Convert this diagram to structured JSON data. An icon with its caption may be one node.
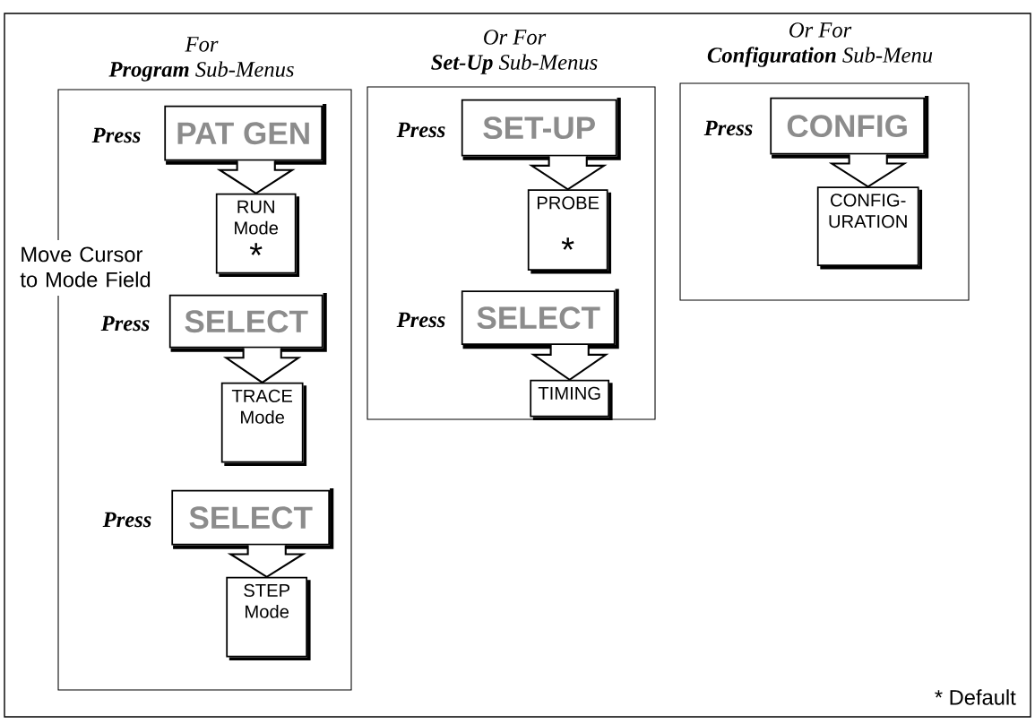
{
  "diagram": {
    "nodes": [
      {
        "text": [
          "For",
          "**Program** Sub-Menus"
        ]
      },
      {
        "text": [
          "PAT GEN"
        ],
        "in": 0,
        "beside": [
          "Press"
        ]
      },
      {
        "text": [
          "RUN Mode",
          "*"
        ],
        "in": 0
      },
      {
        "text": [
          "SELECT"
        ],
        "in": 0,
        "beside": [
          "Press"
        ]
      },
      {
        "text": [
          "TRACE Mode"
        ],
        "in": 0
      },
      {
        "text": [
          "SELECT"
        ],
        "in": 0,
        "beside": [
          "Press"
        ]
      },
      {
        "text": [
          "STEP Mode"
        ],
        "in": 0
      },
      {
        "text": [
          "Or For",
          "**Set-Up** Sub-Menus"
        ]
      },
      {
        "text": [
          "SET-UP"
        ],
        "in": 7,
        "beside": [
          "Press"
        ]
      },
      {
        "text": [
          "PROBE",
          "*"
        ],
        "in": 7
      },
      {
        "text": [
          "SELECT"
        ],
        "in": 7,
        "beside": [
          "Press"
        ]
      },
      {
        "text": [
          "TIMING"
        ],
        "in": 7
      },
      {
        "text": [
          "Or For",
          "**Configuration** Sub-Menu"
        ]
      },
      {
        "text": [
          "CONFIG"
        ],
        "in": 12,
        "beside": [
          "Press"
        ]
      },
      {
        "text": [
          "CONFIG- URATION"
        ],
        "in": 12
      }
    ],
    "edges": [
      {
        "from": 1,
        "to": 2,
        "arrow": "to"
      },
      {
        "from": 3,
        "to": 4,
        "arrow": "to"
      },
      {
        "from": 5,
        "to": 6,
        "arrow": "to"
      },
      {
        "from": 8,
        "to": 9,
        "arrow": "to"
      },
      {
        "from": 10,
        "to": 11,
        "arrow": "to"
      },
      {
        "from": 13,
        "to": 14,
        "arrow": "to"
      }
    ],
    "labels": [
      "Move Cursor to Mode Field"
    ],
    "legend": [
      {
        "text": "* Default"
      }
    ]
  }
}
